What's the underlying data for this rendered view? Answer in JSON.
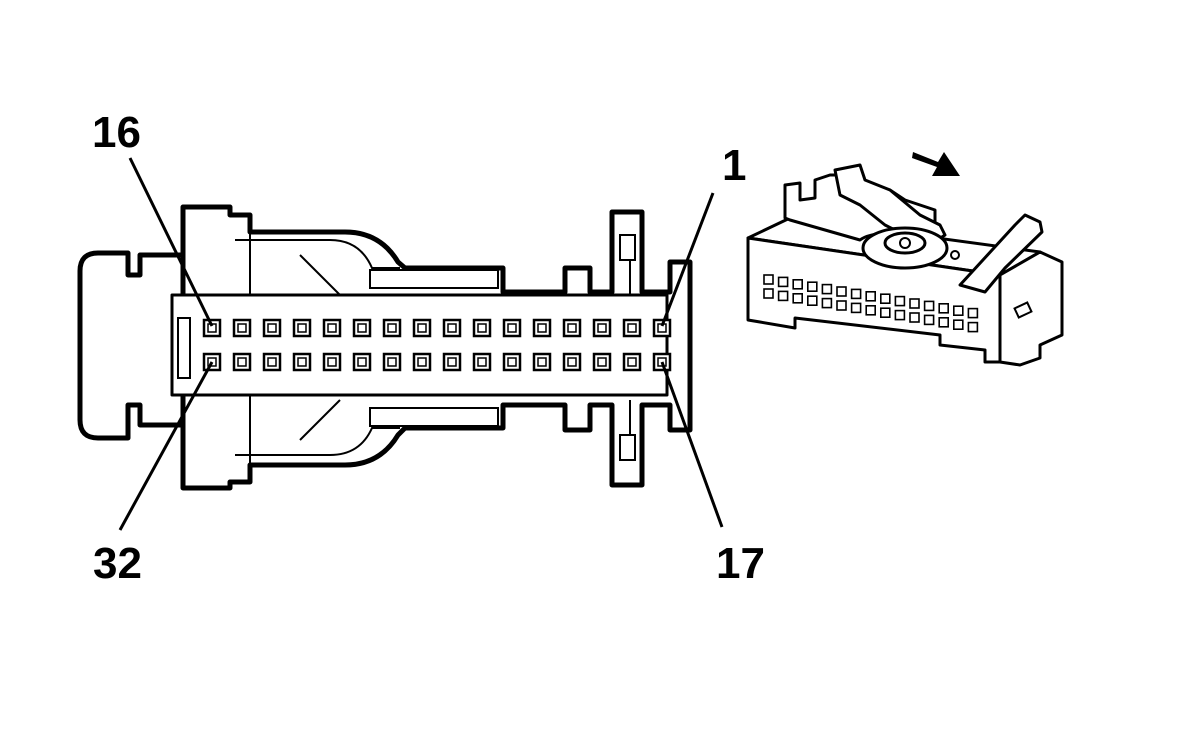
{
  "labels": {
    "pin_16": "16",
    "pin_1": "1",
    "pin_32": "32",
    "pin_17": "17"
  },
  "connector": {
    "rows": 2,
    "cavities_per_row": 16
  },
  "iso_view": {
    "rows": 2,
    "cavities_per_row": 15
  }
}
